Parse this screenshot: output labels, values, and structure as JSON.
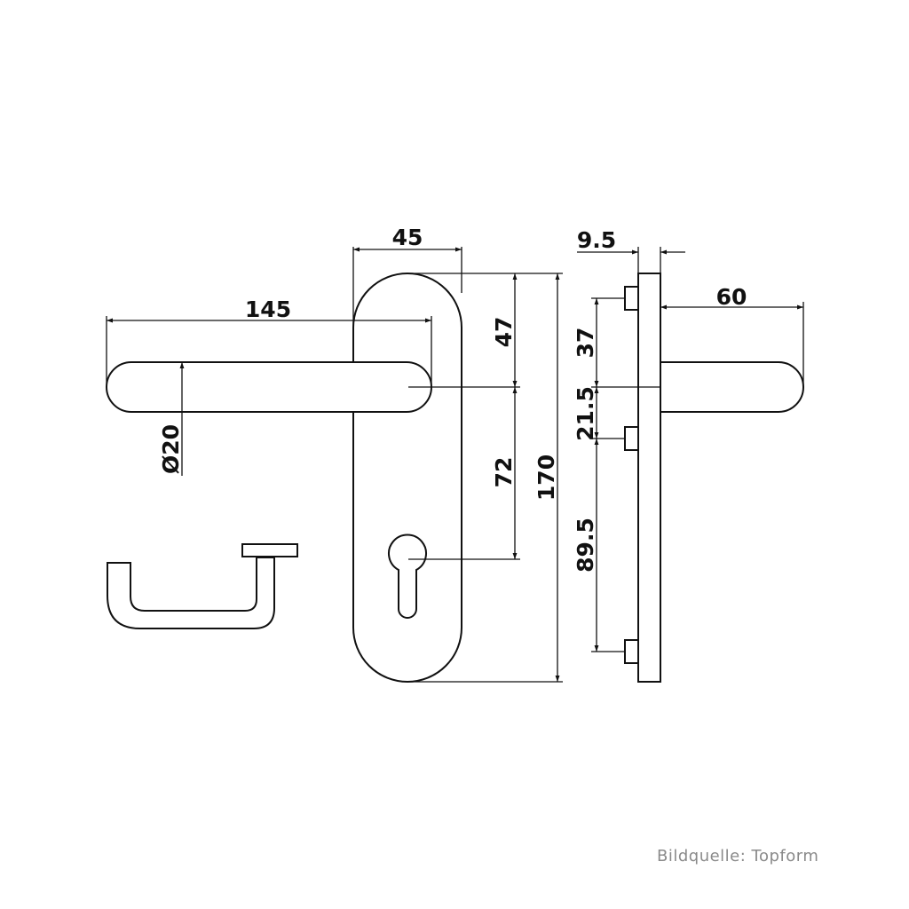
{
  "dimensions": {
    "handle_length": "145",
    "handle_diameter": "Ø20",
    "plate_width": "45",
    "plate_top_to_handle": "47",
    "handle_to_keyhole": "72",
    "plate_height": "170",
    "plate_thickness": "9.5",
    "handle_projection": "60",
    "pin_top_to_handle": "37",
    "handle_to_pin_mid": "21.5",
    "pin_mid_to_pin_bottom": "89.5"
  },
  "credit": "Bildquelle: Topform",
  "colors": {
    "line": "#111111",
    "credit": "#8a8a8a",
    "background": "#ffffff"
  }
}
